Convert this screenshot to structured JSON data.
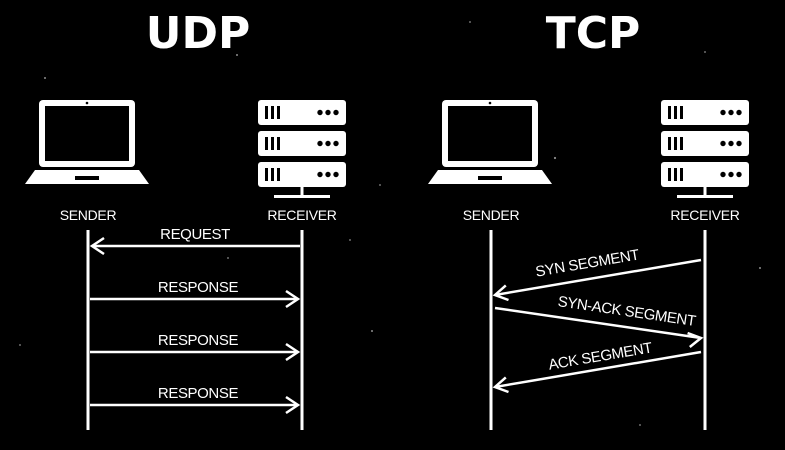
{
  "colors": {
    "background": "#000000",
    "foreground": "#ffffff"
  },
  "udp": {
    "title": "UDP",
    "sender": {
      "label": "SENDER",
      "icon": "laptop-icon"
    },
    "receiver": {
      "label": "RECEIVER",
      "icon": "server-icon"
    },
    "messages": [
      {
        "label": "REQUEST",
        "direction": "receiver-to-sender"
      },
      {
        "label": "RESPONSE",
        "direction": "sender-to-receiver"
      },
      {
        "label": "RESPONSE",
        "direction": "sender-to-receiver"
      },
      {
        "label": "RESPONSE",
        "direction": "sender-to-receiver"
      }
    ]
  },
  "tcp": {
    "title": "TCP",
    "sender": {
      "label": "SENDER",
      "icon": "laptop-icon"
    },
    "receiver": {
      "label": "RECEIVER",
      "icon": "server-icon"
    },
    "messages": [
      {
        "label": "SYN SEGMENT",
        "direction": "receiver-to-sender"
      },
      {
        "label": "SYN-ACK SEGMENT",
        "direction": "sender-to-receiver"
      },
      {
        "label": "ACK SEGMENT",
        "direction": "receiver-to-sender"
      }
    ]
  }
}
